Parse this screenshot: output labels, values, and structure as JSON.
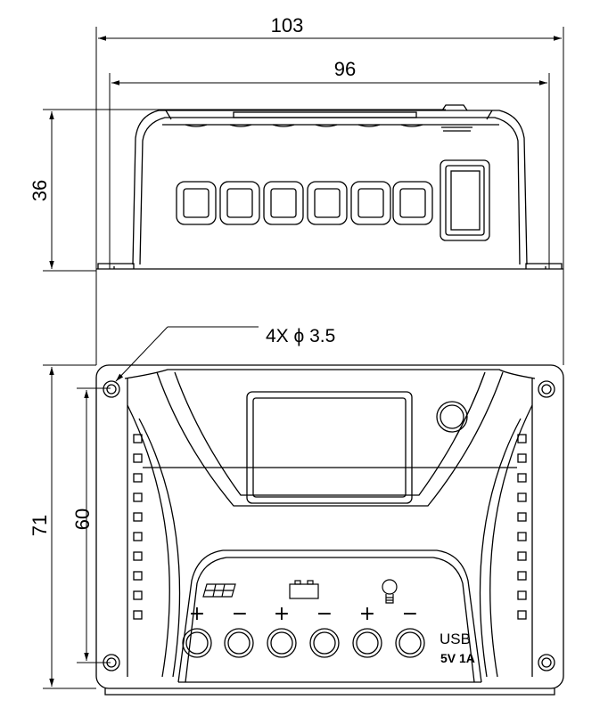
{
  "dimensions": {
    "overall_width": "103",
    "body_width": "96",
    "height": "36",
    "overall_length": "71",
    "hole_spacing": "60",
    "mounting_holes": "4X ϕ 3.5"
  },
  "terminals": {
    "solar_plus": "+",
    "solar_minus": "−",
    "battery_plus": "+",
    "battery_minus": "−",
    "load_plus": "+",
    "load_minus": "−"
  },
  "usb": {
    "label": "USB",
    "rating": "5V 1A"
  },
  "icons": [
    "solar-panel-icon",
    "battery-icon",
    "light-bulb-icon"
  ]
}
